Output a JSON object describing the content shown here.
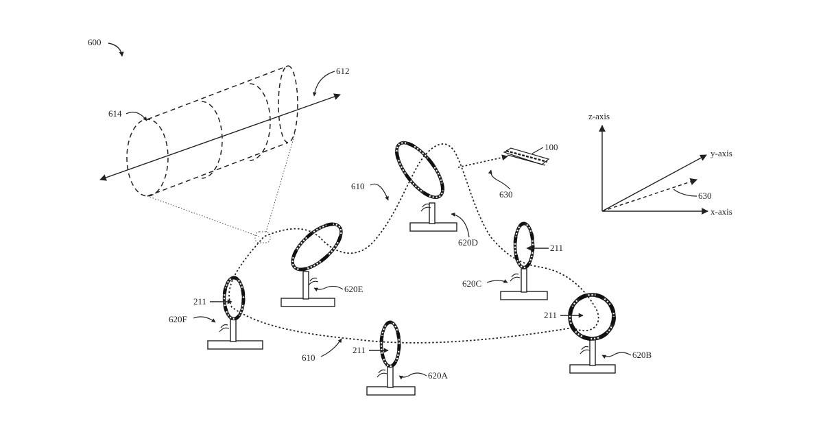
{
  "figure": {
    "label_600": "600",
    "label_612": "612",
    "label_614": "614",
    "label_610_top": "610",
    "label_610_bottom": "610",
    "label_100": "100",
    "label_630_drone": "630",
    "label_630_axes": "630",
    "label_620A": "620A",
    "label_620B": "620B",
    "label_620C": "620C",
    "label_620D": "620D",
    "label_620E": "620E",
    "label_620F": "620F",
    "label_211_F": "211",
    "label_211_A": "211",
    "label_211_C": "211",
    "label_211_B": "211"
  },
  "axes": {
    "z_label": "z-axis",
    "y_label": "y-axis",
    "x_label": "x-axis"
  },
  "colors": {
    "ink": "#222222",
    "background": "#ffffff"
  }
}
